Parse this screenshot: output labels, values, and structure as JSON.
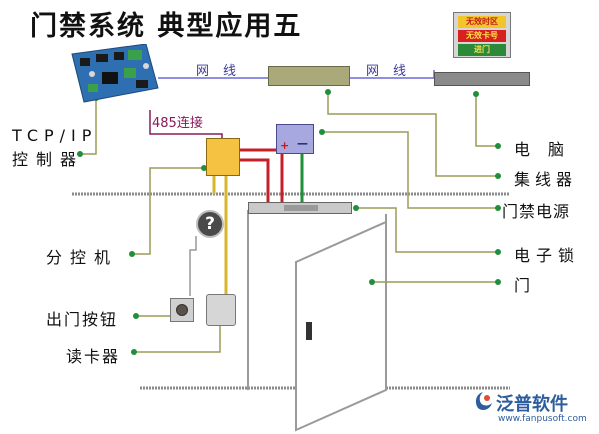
{
  "title": "门禁系统  典型应用五",
  "network": {
    "left_label": "网线",
    "right_label": "网线"
  },
  "bus_label": "485连接",
  "screen": {
    "line1": "无效时区",
    "line2": "无效卡号",
    "line3": "进门"
  },
  "polarity": {
    "plus": "+",
    "minus": "—"
  },
  "left_labels": {
    "tcp_line1": "TCP/IP",
    "tcp_line2": "控制器",
    "sub_controller": "分控机",
    "exit_button": "出门按钮",
    "card_reader": "读卡器"
  },
  "right_labels": {
    "computer": "电脑",
    "hub": "集线器",
    "power_supply": "门禁电源",
    "electronic_lock": "电子锁",
    "door": "门"
  },
  "help_glyph": "?",
  "brand": {
    "name": "泛普软件",
    "url": "www.fanpusoft.com"
  },
  "colors": {
    "controller_box": "#f5c242",
    "power_box": "#a8a8e0",
    "hub_box": "#a9a97a",
    "red_wire": "#c4202a",
    "green_wire": "#1f8f3a",
    "yellow_wire": "#d8b62a",
    "pointer_line": "#9c9c5a",
    "floor_line": "#8a8a8a",
    "brand": "#2e5d9e"
  }
}
